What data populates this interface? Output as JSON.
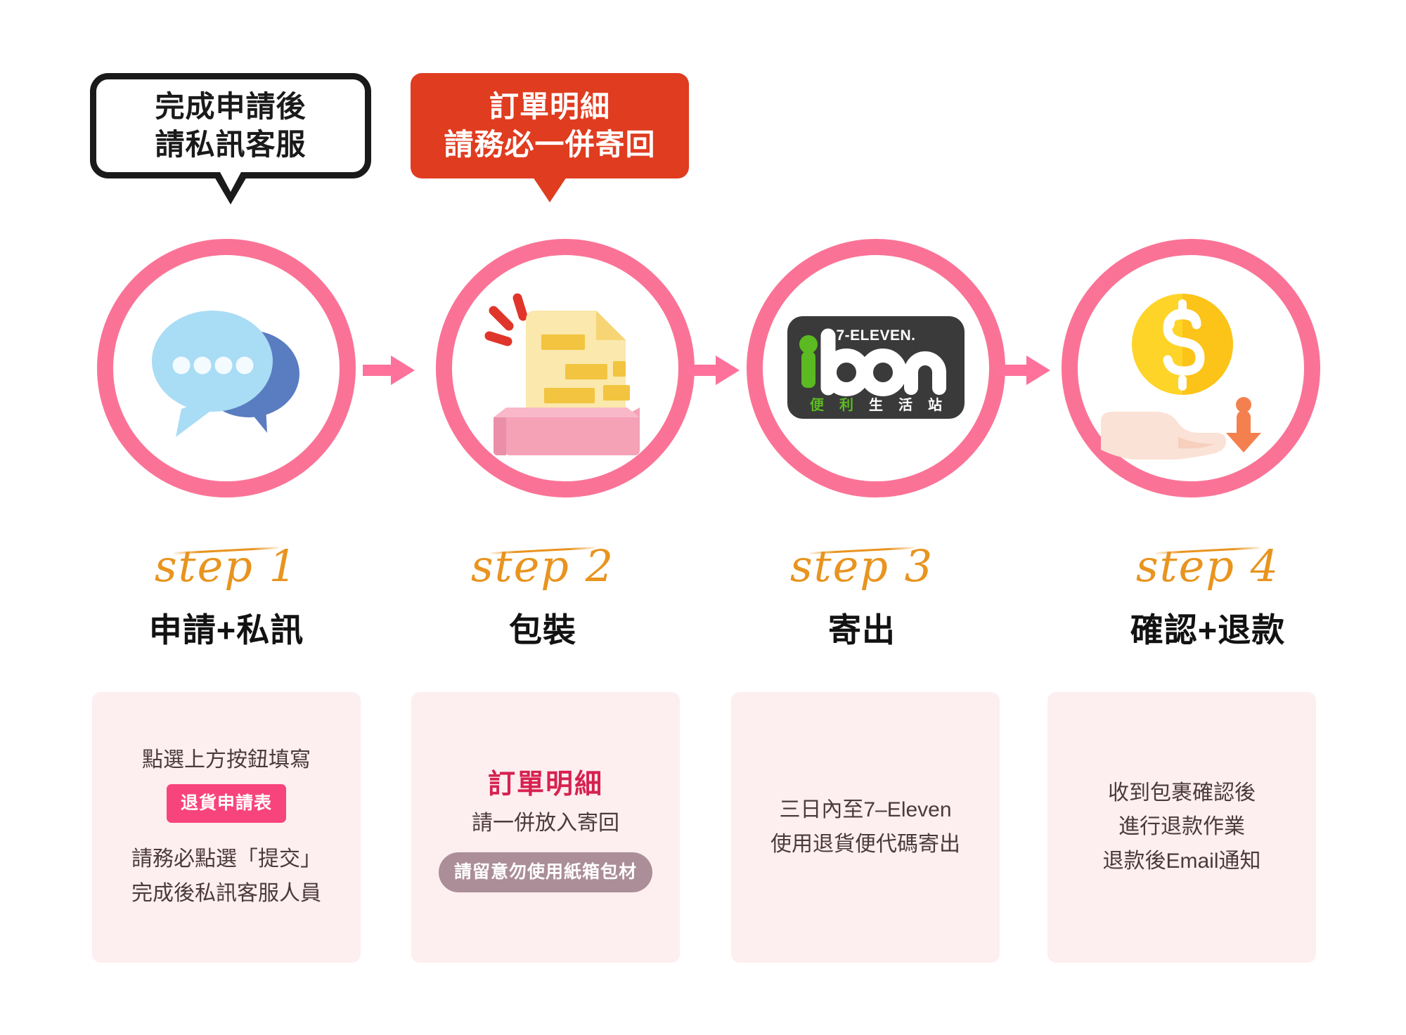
{
  "callouts": [
    {
      "name": "customer-service-callout",
      "style": "outline-black",
      "lines": [
        "完成申請後",
        "請私訊客服"
      ]
    },
    {
      "name": "order-detail-callout",
      "style": "solid-red",
      "color": "#e03c20",
      "lines": [
        "訂單明細",
        "請務必一併寄回"
      ]
    }
  ],
  "steps": [
    {
      "script": "step 1",
      "name": "申請+私訊",
      "icon": "chat-bubbles-icon"
    },
    {
      "script": "step 2",
      "name": "包裝",
      "icon": "document-in-box-icon"
    },
    {
      "script": "step 3",
      "name": "寄出",
      "icon": "ibon-logo-icon"
    },
    {
      "script": "step 4",
      "name": "確認+退款",
      "icon": "coin-to-hand-icon"
    }
  ],
  "cards": [
    {
      "name": "step-1-detail",
      "line1": "點選上方按鈕填寫",
      "badge": "退貨申請表",
      "line2": "請務必點選「提交」",
      "line3": "完成後私訊客服人員"
    },
    {
      "name": "step-2-detail",
      "highlight": "訂單明細",
      "line1": "請一併放入寄回",
      "badge": "請留意勿使用紙箱包材"
    },
    {
      "name": "step-3-detail",
      "line1": "三日內至7–Eleven",
      "line2": "使用退貨便代碼寄出"
    },
    {
      "name": "step-4-detail",
      "line1": "收到包裹確認後",
      "line2": "進行退款作業",
      "line3": "退款後Email通知"
    }
  ],
  "ibon_logo": {
    "seven_eleven": "7-ELEVEN.",
    "wordmark_i": "i",
    "wordmark_bon": "bon",
    "subtitle_chars": [
      "便",
      "利",
      "生",
      "活",
      "站"
    ]
  },
  "colors": {
    "pink_ring": "#fa7396",
    "card_bg": "#fdeef0",
    "red_callout": "#e03c20",
    "orange_script": "#e8941f",
    "crimson": "#d62250",
    "badge_pink": "#f8447c",
    "badge_mauve": "#ab8e97",
    "ibon_green": "#5bba21",
    "coin_yellow": "#ffd429"
  },
  "coin_symbol": "$"
}
